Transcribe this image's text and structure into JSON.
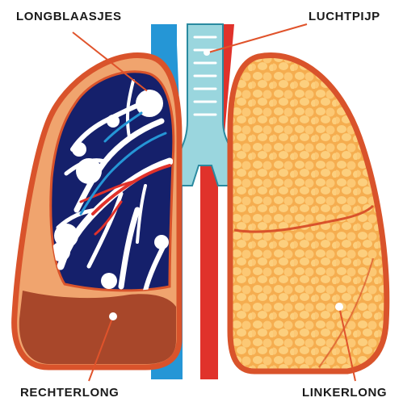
{
  "labels": {
    "alveoli": "LONGBLAASJES",
    "trachea": "LUCHTPIJP",
    "right_lung": "RECHTERLONG",
    "left_lung": "LINKERLONG"
  },
  "colors": {
    "lung_outline": "#d9532b",
    "right_lung_fill": "#f0a46e",
    "right_lung_base": "#a8472a",
    "left_lung_fill": "#f8b95c",
    "left_lung_cells": "#fccf7e",
    "trachea": "#9ad6de",
    "vein": "#2596d6",
    "artery": "#e0322b",
    "bronchial_tree": "#ffffff",
    "lung_interior": "#15206b",
    "leader_line": "#e0532b"
  }
}
